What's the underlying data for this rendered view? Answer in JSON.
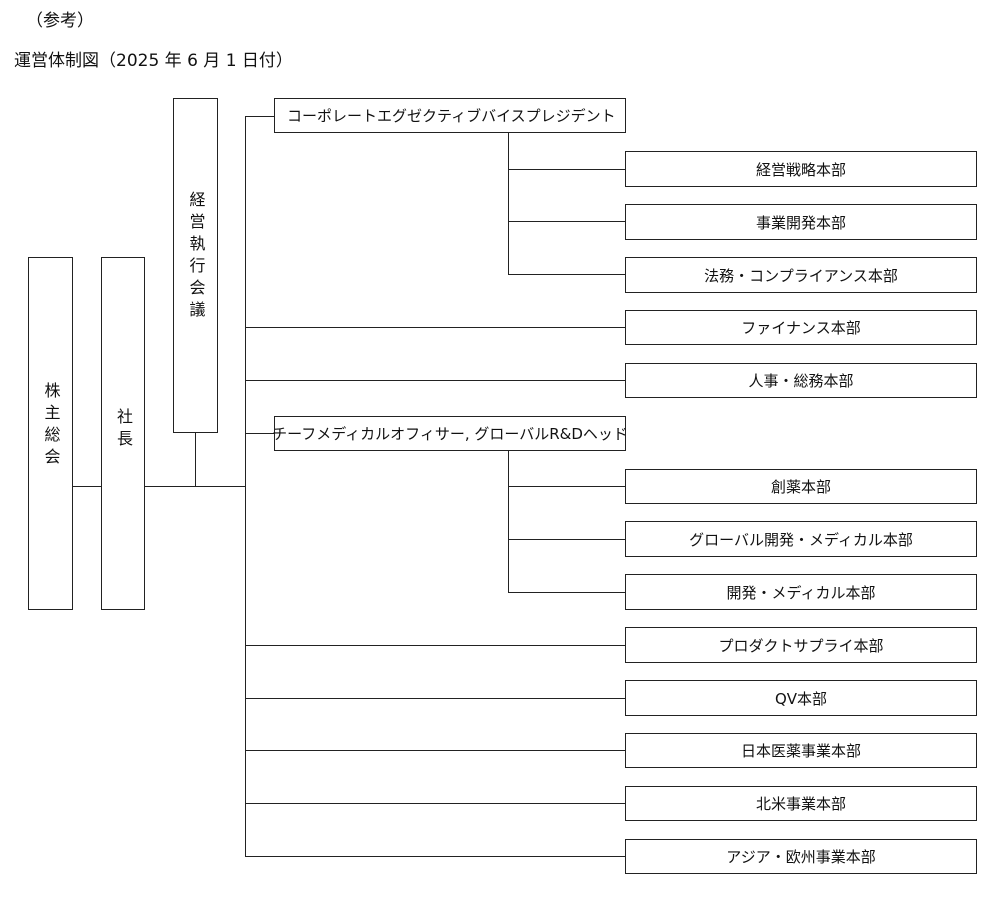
{
  "header": {
    "note": "（参考）",
    "title": "運営体制図（2025 年 6 月 1 日付）"
  },
  "left": {
    "shareholders": "株主総会",
    "president": "社長",
    "exec_meeting": "経営執行会議"
  },
  "corporate_evp": {
    "label": "コーポレートエグゼクティブバイスプレジデント",
    "units": [
      "経営戦略本部",
      "事業開発本部",
      "法務・コンプライアンス本部"
    ]
  },
  "direct_units_1": [
    "ファイナンス本部",
    "人事・総務本部"
  ],
  "cmo": {
    "label": "チーフメディカルオフィサー, グローバルR&Dヘッド",
    "units": [
      "創薬本部",
      "グローバル開発・メディカル本部",
      "開発・メディカル本部"
    ]
  },
  "direct_units_2": [
    "プロダクトサプライ本部",
    "QV本部",
    "日本医薬事業本部",
    "北米事業本部",
    "アジア・欧州事業本部"
  ]
}
